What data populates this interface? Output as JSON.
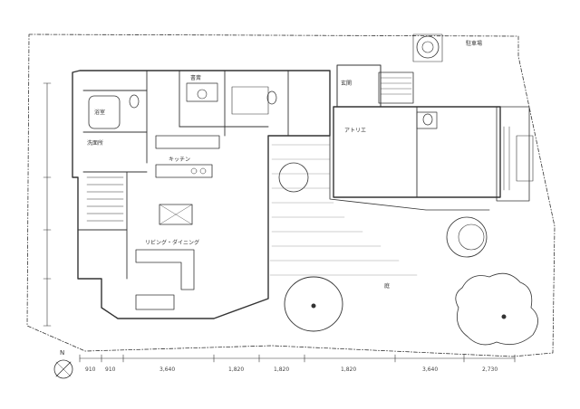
{
  "rooms": {
    "living": "リビング・ダイニング",
    "kitchen": "キッチン",
    "study": "書斎",
    "atelier": "アトリエ",
    "washroom": "洗面所",
    "bath": "浴室",
    "entrance": "玄関",
    "garden": "庭",
    "parking": "駐車場"
  },
  "dimensions": [
    "910",
    "910",
    "3,640",
    "1,820",
    "1,820",
    "1,820",
    "3,640",
    "2,730"
  ],
  "compass": "N"
}
